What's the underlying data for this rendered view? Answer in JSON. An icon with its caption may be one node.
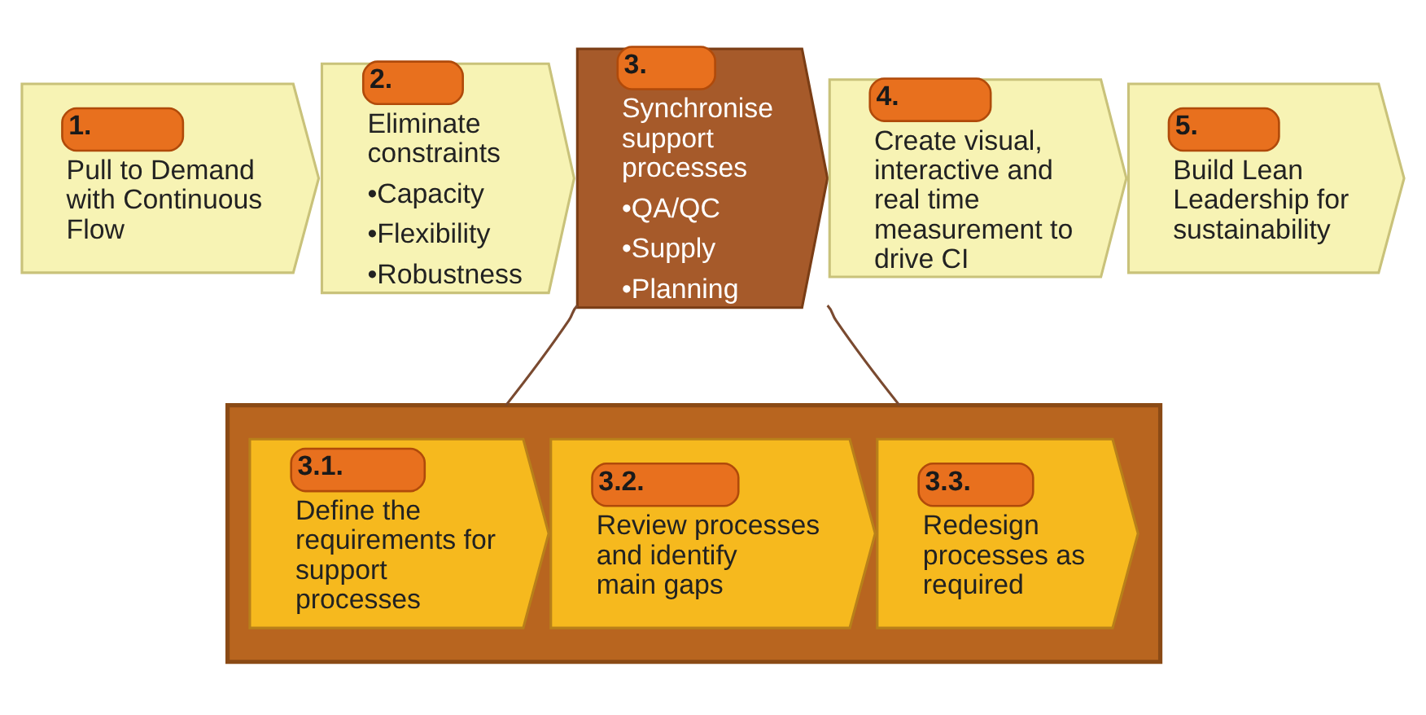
{
  "diagram": {
    "nodes": [
      {
        "text": [
          "1.",
          "Pull to Demand with Continuous Flow"
        ]
      },
      {
        "text": [
          "2.",
          "Eliminate constraints",
          "•Capacity",
          "•Flexibility",
          "•Robustness"
        ]
      },
      {
        "text": [
          "3.",
          "Synchronise support processes",
          "•QA/QC",
          "•Supply",
          "•Planning"
        ]
      },
      {
        "text": [
          "4.",
          "Create visual, interactive and real time measurement to drive CI"
        ]
      },
      {
        "text": [
          "5.",
          "Build Lean Leadership for sustainability"
        ]
      },
      {
        "text": [],
        "shape": "box"
      },
      {
        "text": [
          "3.1.",
          "Define the requirements for support processes"
        ],
        "in": 5
      },
      {
        "text": [
          "3.2.",
          "Review processes and identify main gaps"
        ],
        "in": 5
      },
      {
        "text": [
          "3.3.",
          "Redesign processes as required"
        ],
        "in": 5
      }
    ],
    "edges": [
      {
        "from": 2,
        "to": 5,
        "arrow": "none"
      },
      {
        "from": 2,
        "to": 5,
        "arrow": "none"
      }
    ]
  }
}
